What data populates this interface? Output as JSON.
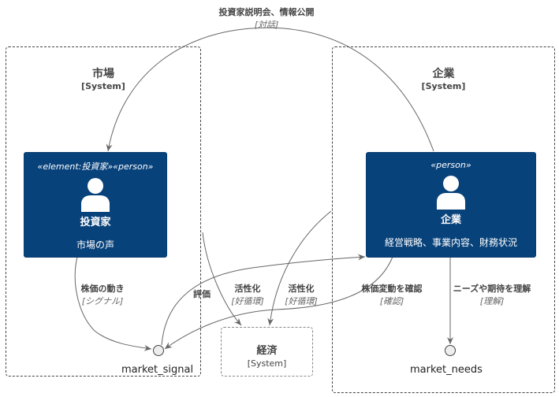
{
  "boundaries": {
    "market": {
      "name": "市場",
      "type": "[System]"
    },
    "company": {
      "name": "企業",
      "type": "[System]"
    }
  },
  "persons": {
    "investor": {
      "stereotype": "«element:投資家»«person»",
      "name": "投資家",
      "description": "市場の声",
      "icon": "person-icon"
    },
    "company": {
      "stereotype": "«person»",
      "name": "企業",
      "description": "経営戦略、事業内容、財務状況",
      "icon": "person-icon"
    }
  },
  "system": {
    "name": "経済",
    "type": "[System]"
  },
  "interfaces": {
    "market_signal": "market_signal",
    "market_needs": "market_needs"
  },
  "relations": {
    "briefing": {
      "label": "投資家説明会、情報公開",
      "tech": "[対話]"
    },
    "price_move": {
      "label": "株価の動き",
      "tech": "[シグナル]"
    },
    "evaluation": {
      "label": "評価"
    },
    "activate1": {
      "label": "活性化",
      "tech": "[好循環]"
    },
    "activate2": {
      "label": "活性化",
      "tech": "[好循環]"
    },
    "confirm": {
      "label": "株価変動を確認",
      "tech": "[確認]"
    },
    "needs": {
      "label": "ニーズや期待を理解",
      "tech": "[理解]"
    }
  },
  "colors": {
    "person_fill": "#08427B",
    "line": "#666666",
    "boundary": "#444444"
  }
}
